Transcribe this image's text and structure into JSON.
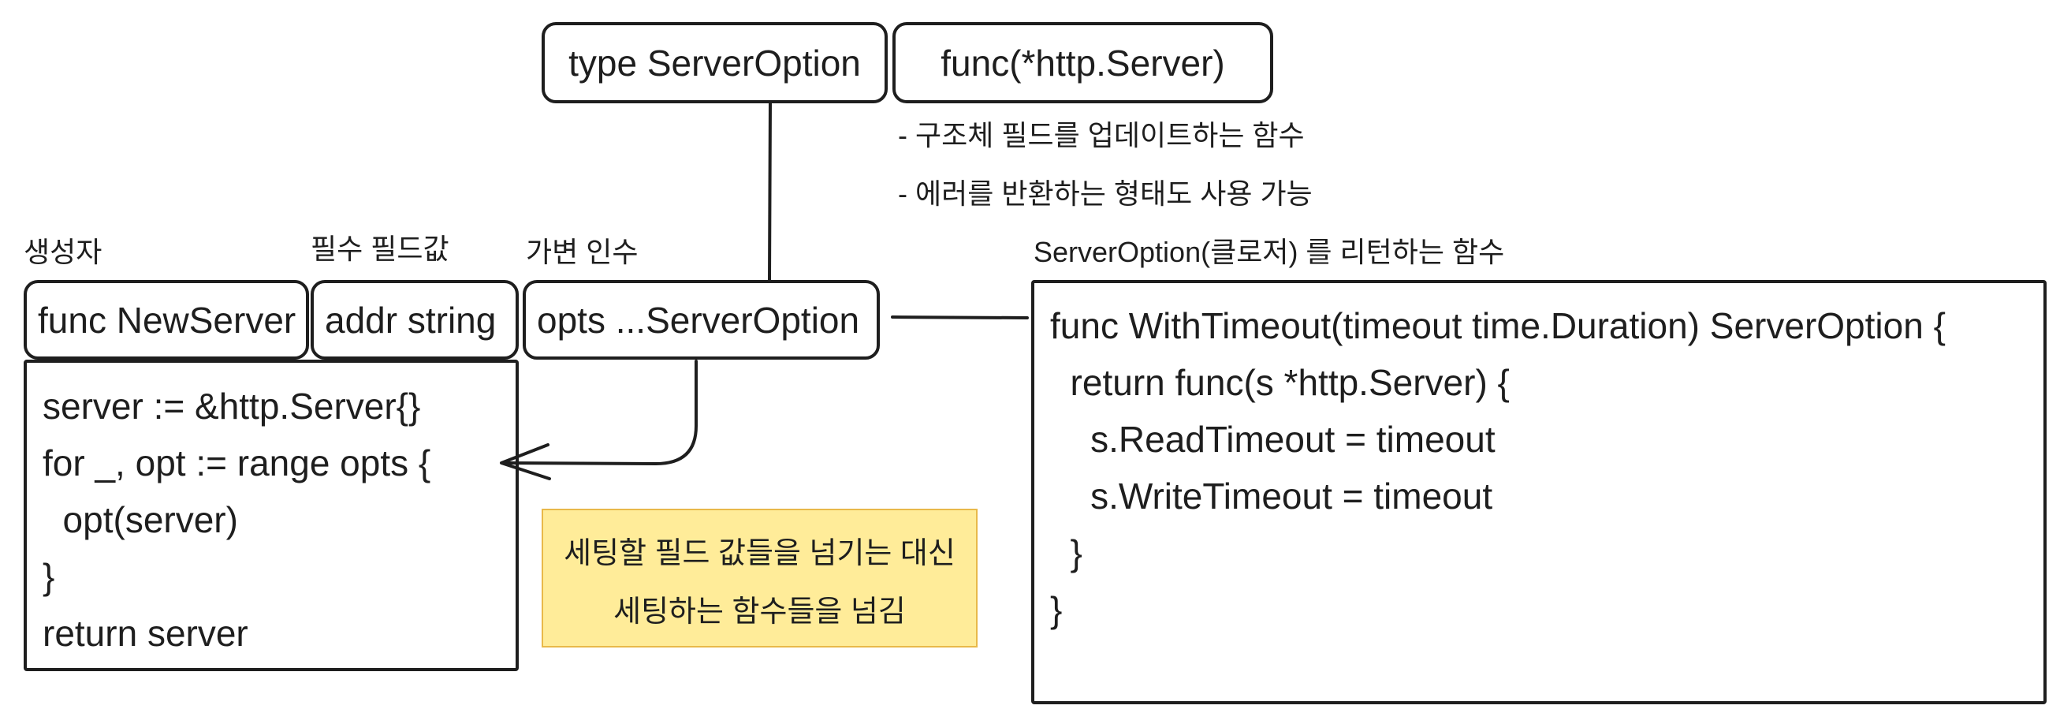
{
  "diagram": {
    "type_box": {
      "label": "type ServerOption"
    },
    "func_type_box": {
      "label": "func(*http.Server)"
    },
    "notes": [
      "- 구조체 필드를 업데이트하는 함수",
      "- 에러를 반환하는 형태도 사용 가능"
    ],
    "labels": {
      "constructor": "생성자",
      "required_field": "필수 필드값",
      "variadic": "가변 인수",
      "closure_return": "ServerOption(클로저) 를 리턴하는 함수"
    },
    "signature": {
      "func": "func NewServer",
      "addr": "addr string",
      "opts": "opts ...ServerOption"
    },
    "constructor_body": [
      "server := &http.Server{}",
      "for _, opt := range opts {",
      "  opt(server)",
      "}",
      "return server"
    ],
    "sticky_note": [
      "세팅할 필드 값들을 넘기는 대신",
      "세팅하는 함수들을 넘김"
    ],
    "option_func": [
      "func WithTimeout(timeout time.Duration) ServerOption {",
      "  return func(s *http.Server) {",
      "    s.ReadTimeout = timeout",
      "    s.WriteTimeout = timeout",
      "  }",
      "}"
    ]
  },
  "colors": {
    "stroke": "#1e1e1e",
    "background": "#ffffff",
    "note_fill": "#ffec99",
    "note_stroke": "#e9b949"
  }
}
